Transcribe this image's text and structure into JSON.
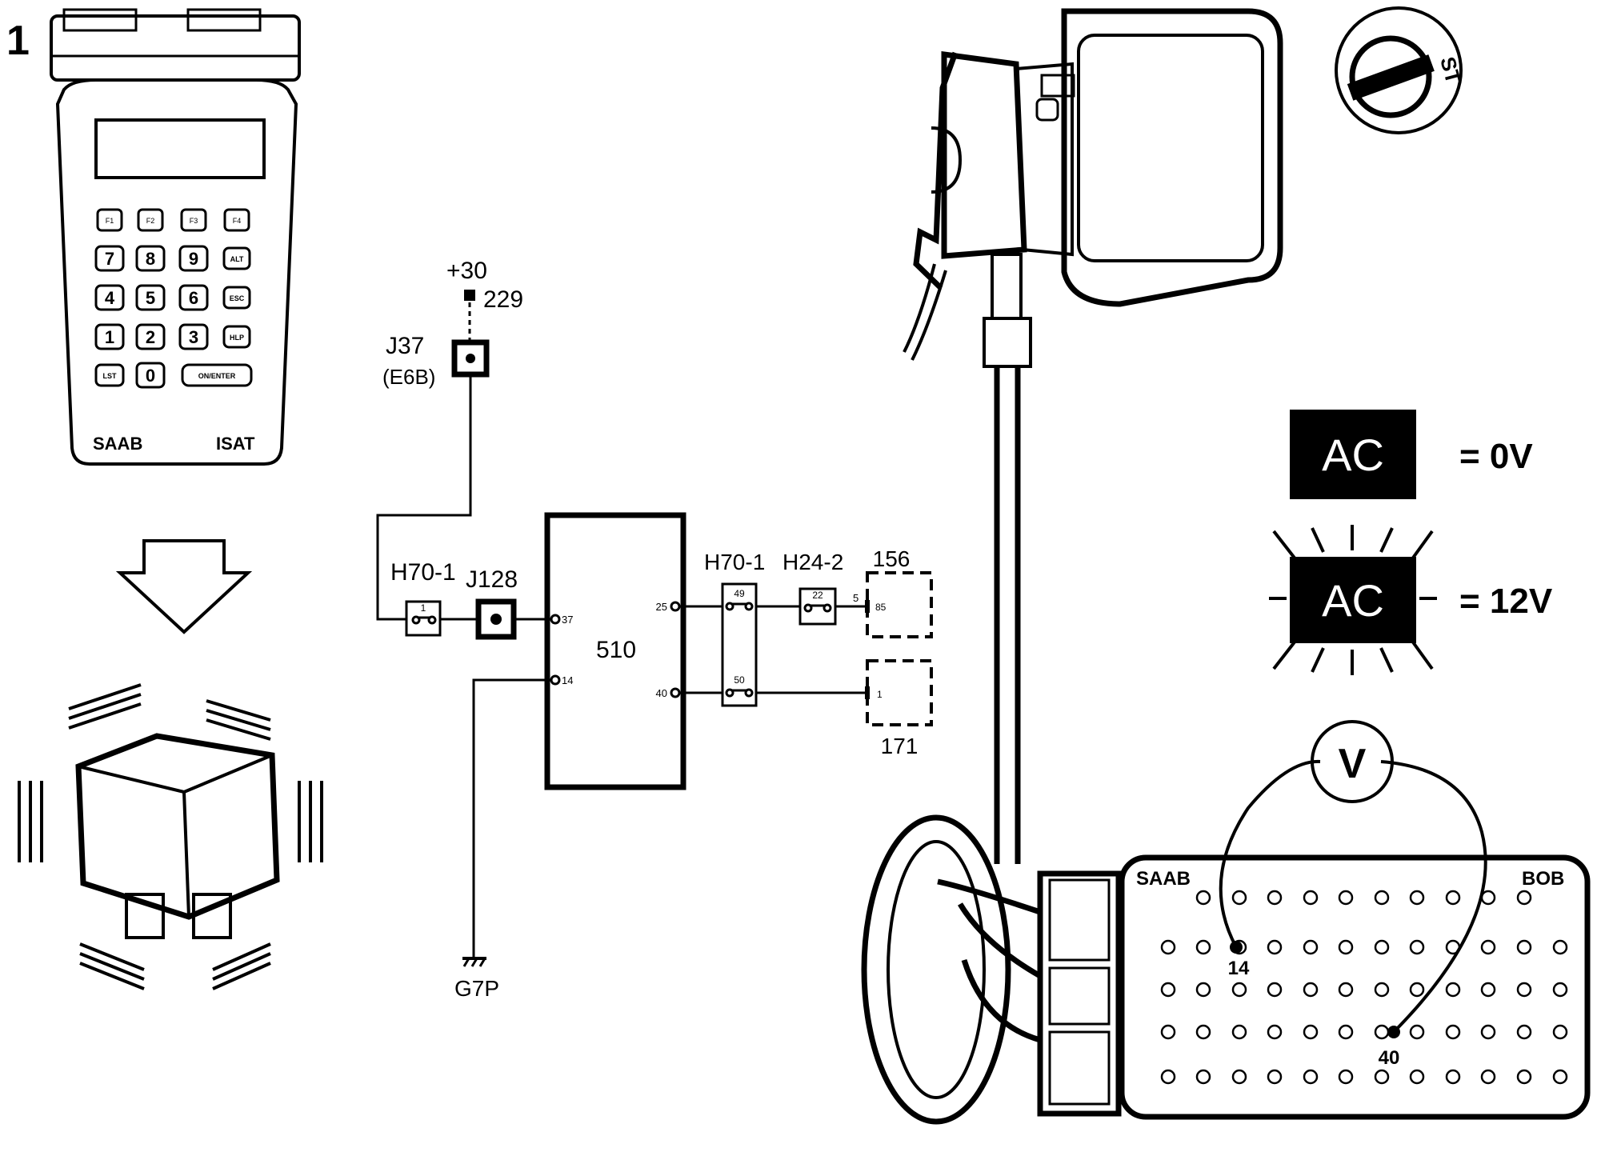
{
  "figure_number": "1",
  "scan_tool": {
    "brand": "SAAB",
    "model": "ISAT",
    "keys": {
      "f1": "F1",
      "f2": "F2",
      "f3": "F3",
      "f4": "F4",
      "k7": "7",
      "k8": "8",
      "k9": "9",
      "alt": "ALT",
      "k4": "4",
      "k5": "5",
      "k6": "6",
      "esc": "ESC",
      "k1": "1",
      "k2": "2",
      "k3": "3",
      "hlp": "HLP",
      "lst": "LST",
      "k0": "0",
      "enter": "ON/ENTER"
    }
  },
  "ignition": {
    "position_label": "ST"
  },
  "schematic": {
    "supply_label": "+30",
    "supply_wire": "229",
    "j37": {
      "label": "J37",
      "location": "(E6B)"
    },
    "h70_left": {
      "label": "H70-1",
      "pin": "1"
    },
    "j128": {
      "label": "J128"
    },
    "ecu": {
      "label": "510",
      "pin37": "37",
      "pin14": "14",
      "pin25": "25",
      "pin40": "40"
    },
    "h70_right": {
      "label": "H70-1",
      "pin_a": "49",
      "pin_b": "50"
    },
    "h24": {
      "label": "H24-2",
      "pin": "22"
    },
    "relay156": {
      "label": "156",
      "wire": "5",
      "pin": "85"
    },
    "relay171": {
      "label": "171",
      "pin": "1"
    },
    "ground": {
      "label": "G7P"
    }
  },
  "ac_indicator": {
    "off": {
      "text": "AC",
      "value": "= 0V"
    },
    "on": {
      "text": "AC",
      "value": "= 12V"
    }
  },
  "breakout_box": {
    "brand": "SAAB",
    "model": "BOB",
    "meter": "V",
    "pin_a": "14",
    "pin_b": "40"
  }
}
